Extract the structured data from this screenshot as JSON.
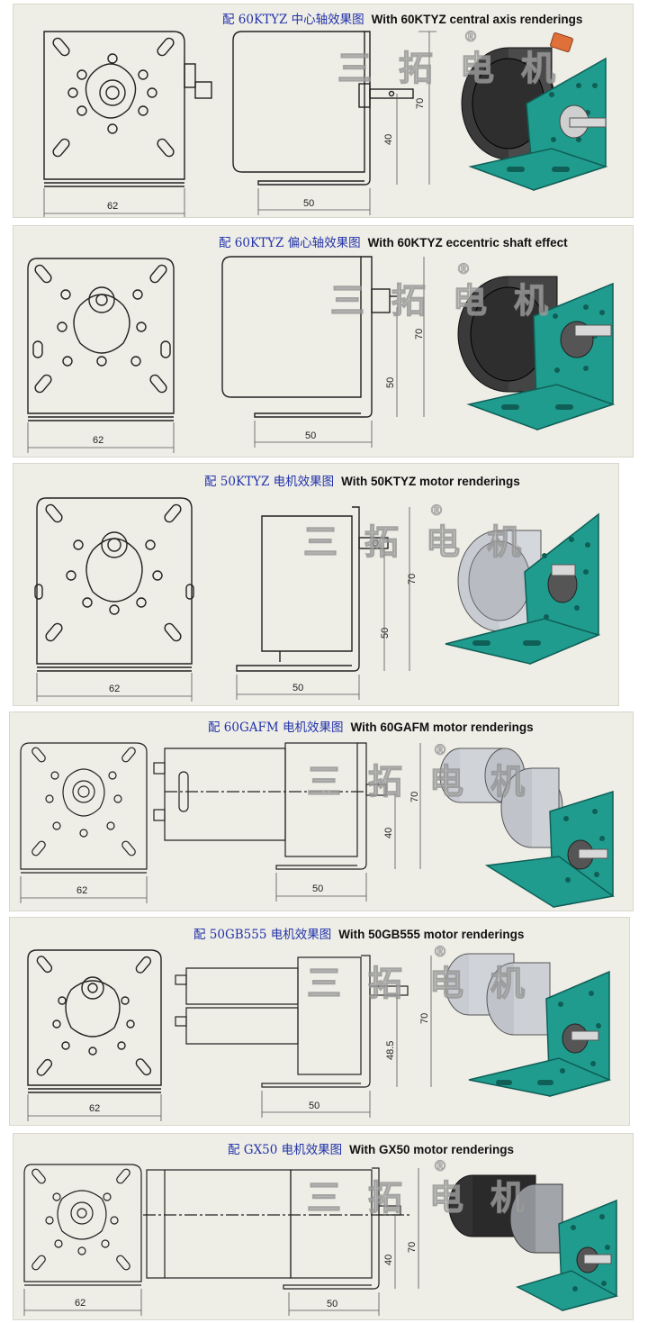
{
  "watermark": {
    "text": "三拓电机",
    "registered": "®"
  },
  "colors": {
    "panel_bg": "#eeede6",
    "caption_cn": "#2233aa",
    "bracket_teal": "#1f9c8e",
    "bracket_teal_dark": "#0f5f57",
    "motor_dark": "#3a3a3a",
    "motor_silver": "#c8ccd2",
    "tab_orange": "#e0703a"
  },
  "panels": [
    {
      "caption_cn": "配 60KTYZ 中心轴效果图",
      "caption_en": "With 60KTYZ central axis renderings",
      "dim_front": "62",
      "dim_side_w": "50",
      "dim_side_h1": "70",
      "dim_side_h2": "40",
      "motor": "60KTYZ"
    },
    {
      "caption_cn": "配 60KTYZ 偏心轴效果图",
      "caption_en": "With 60KTYZ eccentric shaft effect",
      "dim_front": "62",
      "dim_side_w": "50",
      "dim_side_h1": "70",
      "dim_side_h2": "50",
      "motor": "60KTYZ-eccentric"
    },
    {
      "caption_cn": "配 50KTYZ 电机效果图",
      "caption_en": "With 50KTYZ motor renderings",
      "dim_front": "62",
      "dim_side_w": "50",
      "dim_side_h1": "70",
      "dim_side_h2": "50",
      "motor": "50KTYZ"
    },
    {
      "caption_cn": "配 60GAFM 电机效果图",
      "caption_en": "With 60GAFM motor renderings",
      "dim_front": "62",
      "dim_side_w": "50",
      "dim_side_h1": "70",
      "dim_side_h2": "40",
      "motor": "60GAFM"
    },
    {
      "caption_cn": "配 50GB555 电机效果图",
      "caption_en": "With 50GB555 motor renderings",
      "dim_front": "62",
      "dim_side_w": "50",
      "dim_side_h1": "70",
      "dim_side_h2": "48.5",
      "motor": "50GB555"
    },
    {
      "caption_cn": "配 GX50 电机效果图",
      "caption_en": "With GX50 motor renderings",
      "dim_front": "62",
      "dim_side_w": "50",
      "dim_side_h1": "70",
      "dim_side_h2": "40",
      "motor": "GX50"
    }
  ]
}
